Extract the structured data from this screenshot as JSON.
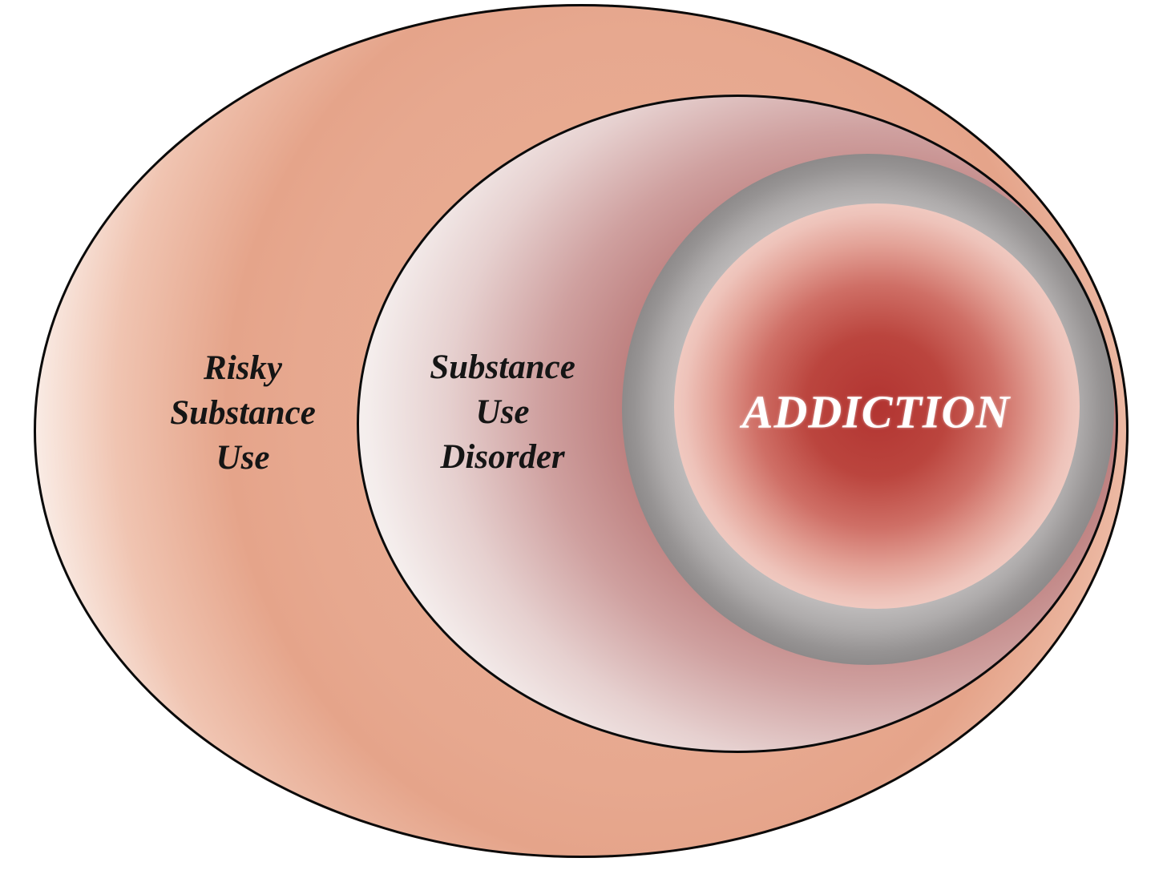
{
  "figure": {
    "type": "nested-euler-diagram",
    "background_color": "#ffffff",
    "outline_color": "#0a0a0a",
    "zones": [
      {
        "id": "risky-substance-use",
        "label_lines": [
          "Risky",
          "Substance",
          "Use"
        ],
        "fill_color": "#e5a48a",
        "text_color": "#151515"
      },
      {
        "id": "substance-use-disorder",
        "label_lines": [
          "Substance",
          "Use",
          "Disorder"
        ],
        "fill_color": "#bd7f7e",
        "text_color": "#151515"
      },
      {
        "id": "addiction",
        "label_lines": [
          "ADDICTION"
        ],
        "fill_color": "#b23431",
        "ring_color": "#a8a5a5",
        "text_color": "#ffffff"
      }
    ]
  }
}
